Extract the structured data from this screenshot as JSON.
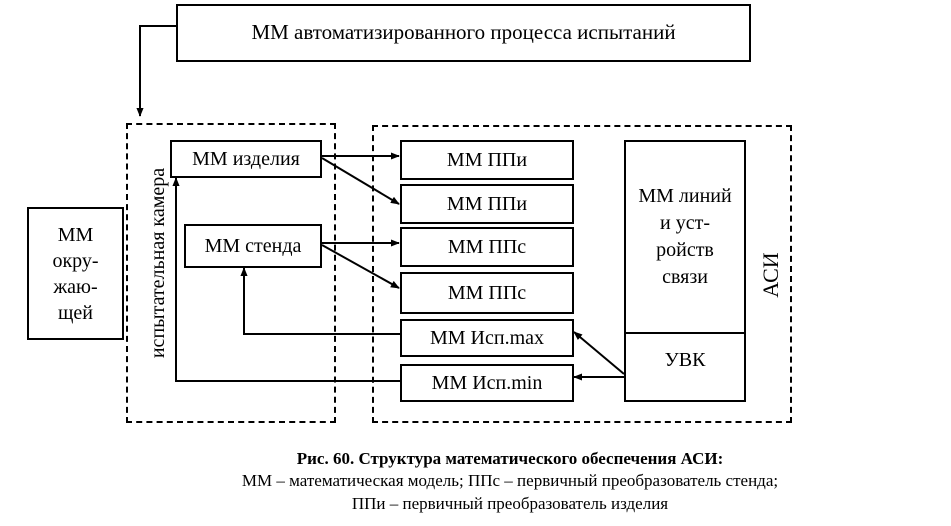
{
  "diagram": {
    "top_box": "ММ автоматизированного процесса испытаний",
    "environment": "ММ\nокру-\nжаю-\nщей",
    "chamber_label": "испытательная камера",
    "product_model": "ММ изделия",
    "stand_model": "ММ стенда",
    "ppi_1": "ММ ППи",
    "ppi_2": "ММ ППи",
    "ppc_1": "ММ ППс",
    "ppc_2": "ММ ППс",
    "exec_max": "ММ Исп.max",
    "exec_min": "ММ Исп.min",
    "comm_lines": "ММ линий\nи уст-\nройств\nсвязи",
    "uvk": "УВК",
    "asi_label": "АСИ"
  },
  "caption": {
    "title": "Рис. 60.  Структура математического обеспечения АСИ:",
    "line1": "ММ – математическая модель; ППс – первичный преобразователь стенда;",
    "line2": "ППи – первичный преобразователь изделия"
  }
}
